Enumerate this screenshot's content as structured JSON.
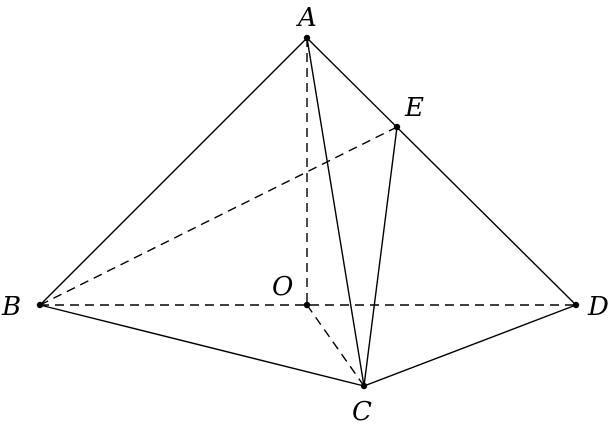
{
  "points": {
    "A": {
      "label": "A"
    },
    "B": {
      "label": "B"
    },
    "C": {
      "label": "C"
    },
    "D": {
      "label": "D"
    },
    "E": {
      "label": "E"
    },
    "O": {
      "label": "O"
    }
  },
  "edges": [
    {
      "from": "A",
      "to": "B",
      "style": "solid"
    },
    {
      "from": "A",
      "to": "D",
      "style": "solid"
    },
    {
      "from": "A",
      "to": "C",
      "style": "solid"
    },
    {
      "from": "E",
      "to": "C",
      "style": "solid"
    },
    {
      "from": "B",
      "to": "C",
      "style": "solid"
    },
    {
      "from": "C",
      "to": "D",
      "style": "solid"
    },
    {
      "from": "A",
      "to": "O",
      "style": "dashed"
    },
    {
      "from": "B",
      "to": "E",
      "style": "dashed"
    },
    {
      "from": "B",
      "to": "D",
      "style": "dashed"
    },
    {
      "from": "O",
      "to": "C",
      "style": "dashed"
    }
  ]
}
